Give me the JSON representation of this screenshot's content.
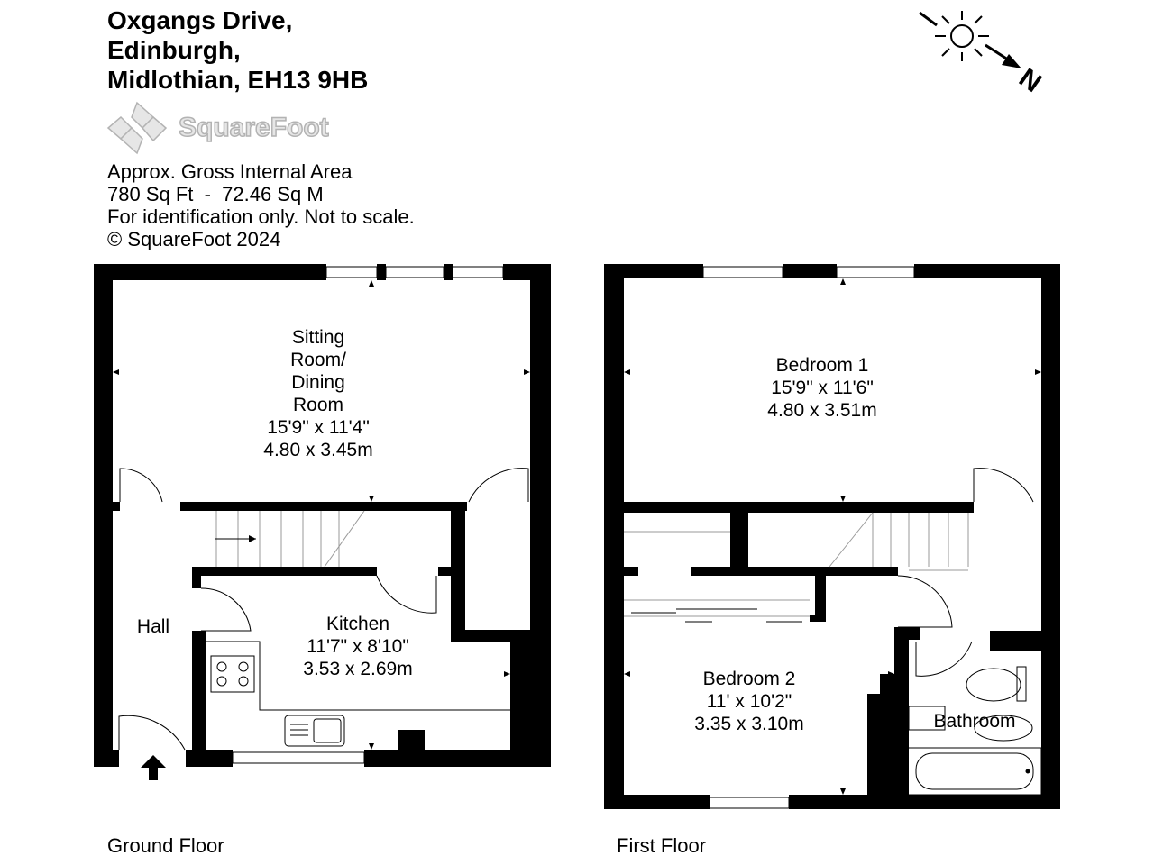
{
  "address": {
    "line1": "Oxgangs Drive,",
    "line2": "Edinburgh,",
    "line3": "Midlothian, EH13 9HB"
  },
  "brand": {
    "name": "SquareFoot"
  },
  "info": {
    "line1": "Approx. Gross Internal Area",
    "line2": "780 Sq Ft  -  72.46 Sq M",
    "line3": "For identification only. Not to scale.",
    "line4": "© SquareFoot 2024"
  },
  "compass": {
    "north_label": "N",
    "icon": "sun-compass-icon"
  },
  "floors": [
    {
      "label": "Ground Floor",
      "rooms": [
        {
          "name_lines": [
            "Sitting",
            "Room/",
            "Dining",
            "Room"
          ],
          "imperial": "15'9\" x 11'4\"",
          "metric": "4.80 x 3.45m"
        },
        {
          "name_lines": [
            "Kitchen"
          ],
          "imperial": "11'7\" x 8'10\"",
          "metric": "3.53 x 2.69m"
        },
        {
          "name_lines": [
            "Hall"
          ]
        }
      ]
    },
    {
      "label": "First Floor",
      "rooms": [
        {
          "name_lines": [
            "Bedroom 1"
          ],
          "imperial": "15'9\" x 11'6\"",
          "metric": "4.80 x 3.51m"
        },
        {
          "name_lines": [
            "Bedroom 2"
          ],
          "imperial": "11' x 10'2\"",
          "metric": "3.35 x 3.10m"
        },
        {
          "name_lines": [
            "Bathroom"
          ]
        }
      ]
    }
  ],
  "colors": {
    "wall": "#000000",
    "logo_fill": "#e6e6e6",
    "logo_stroke": "#b3b3b3"
  }
}
